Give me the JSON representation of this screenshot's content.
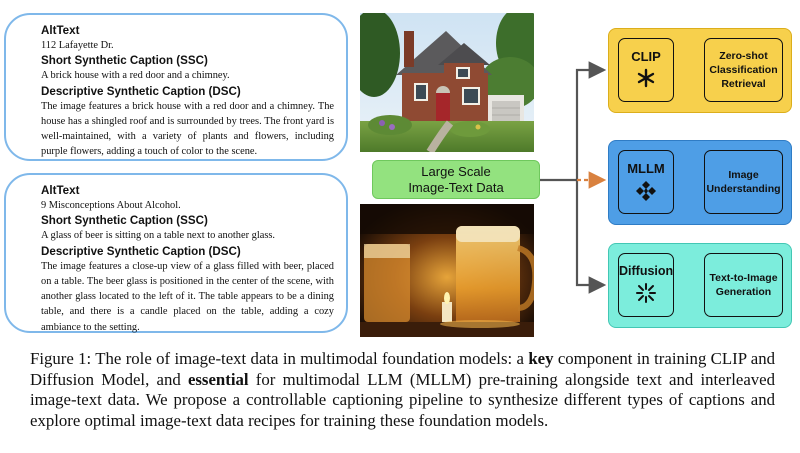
{
  "card_house": {
    "alttext_heading": "AltText",
    "alttext": "112 Lafayette Dr.",
    "ssc_heading": "Short Synthetic Caption (SSC)",
    "ssc": "A brick house with a red door and a chimney.",
    "dsc_heading": "Descriptive Synthetic Caption (DSC)",
    "dsc": "The image features a brick house with a red door and a chimney. The house has a shingled roof and is surrounded by trees. The front yard is well-maintained, with a variety of plants and flowers, including purple flowers, adding a touch of color to the scene."
  },
  "card_beer": {
    "alttext_heading": "AltText",
    "alttext": "9 Misconceptions About Alcohol.",
    "ssc_heading": "Short Synthetic Caption (SSC)",
    "ssc": "A glass of beer is sitting on a table next to another glass.",
    "dsc_heading": "Descriptive Synthetic Caption (DSC)",
    "dsc": "The image features a close-up view of a glass filled with beer, placed on a table. The beer glass is positioned in the center of the scene, with another glass located to the left of it. The table appears to be a dining table, and there is a candle placed on the table, adding a cozy ambiance to the setting."
  },
  "center_box": {
    "line1": "Large Scale",
    "line2": "Image-Text Data"
  },
  "panels": {
    "clip": {
      "model": "CLIP",
      "task_line1": "Zero-shot",
      "task_line2": "Classification",
      "task_line3": "Retrieval",
      "color": "#f7d04c"
    },
    "mllm": {
      "model": "MLLM",
      "task_line1": "Image",
      "task_line2": "Understanding",
      "color": "#4e9ee6"
    },
    "diffusion": {
      "model": "Diffusion",
      "task_line1": "Text-to-Image",
      "task_line2": "Generation",
      "color": "#7ceddc"
    }
  },
  "figure_caption": {
    "part1": "Figure 1: The role of image-text data in multimodal foundation models: a ",
    "bold1": "key",
    "part2": " component in training CLIP and Diffusion Model, and ",
    "bold2": "essential",
    "part3": " for multimodal LLM (MLLM) pre-training alongside text and interleaved image-text data. We propose a controllable captioning pipeline to synthesize different types of captions and explore optimal image-text data recipes for training these foundation models."
  },
  "colors": {
    "card_border": "#7fb8ea",
    "data_box": "#93e27f",
    "arrow": "#555555",
    "dashed_arrow": "#d9813f"
  }
}
